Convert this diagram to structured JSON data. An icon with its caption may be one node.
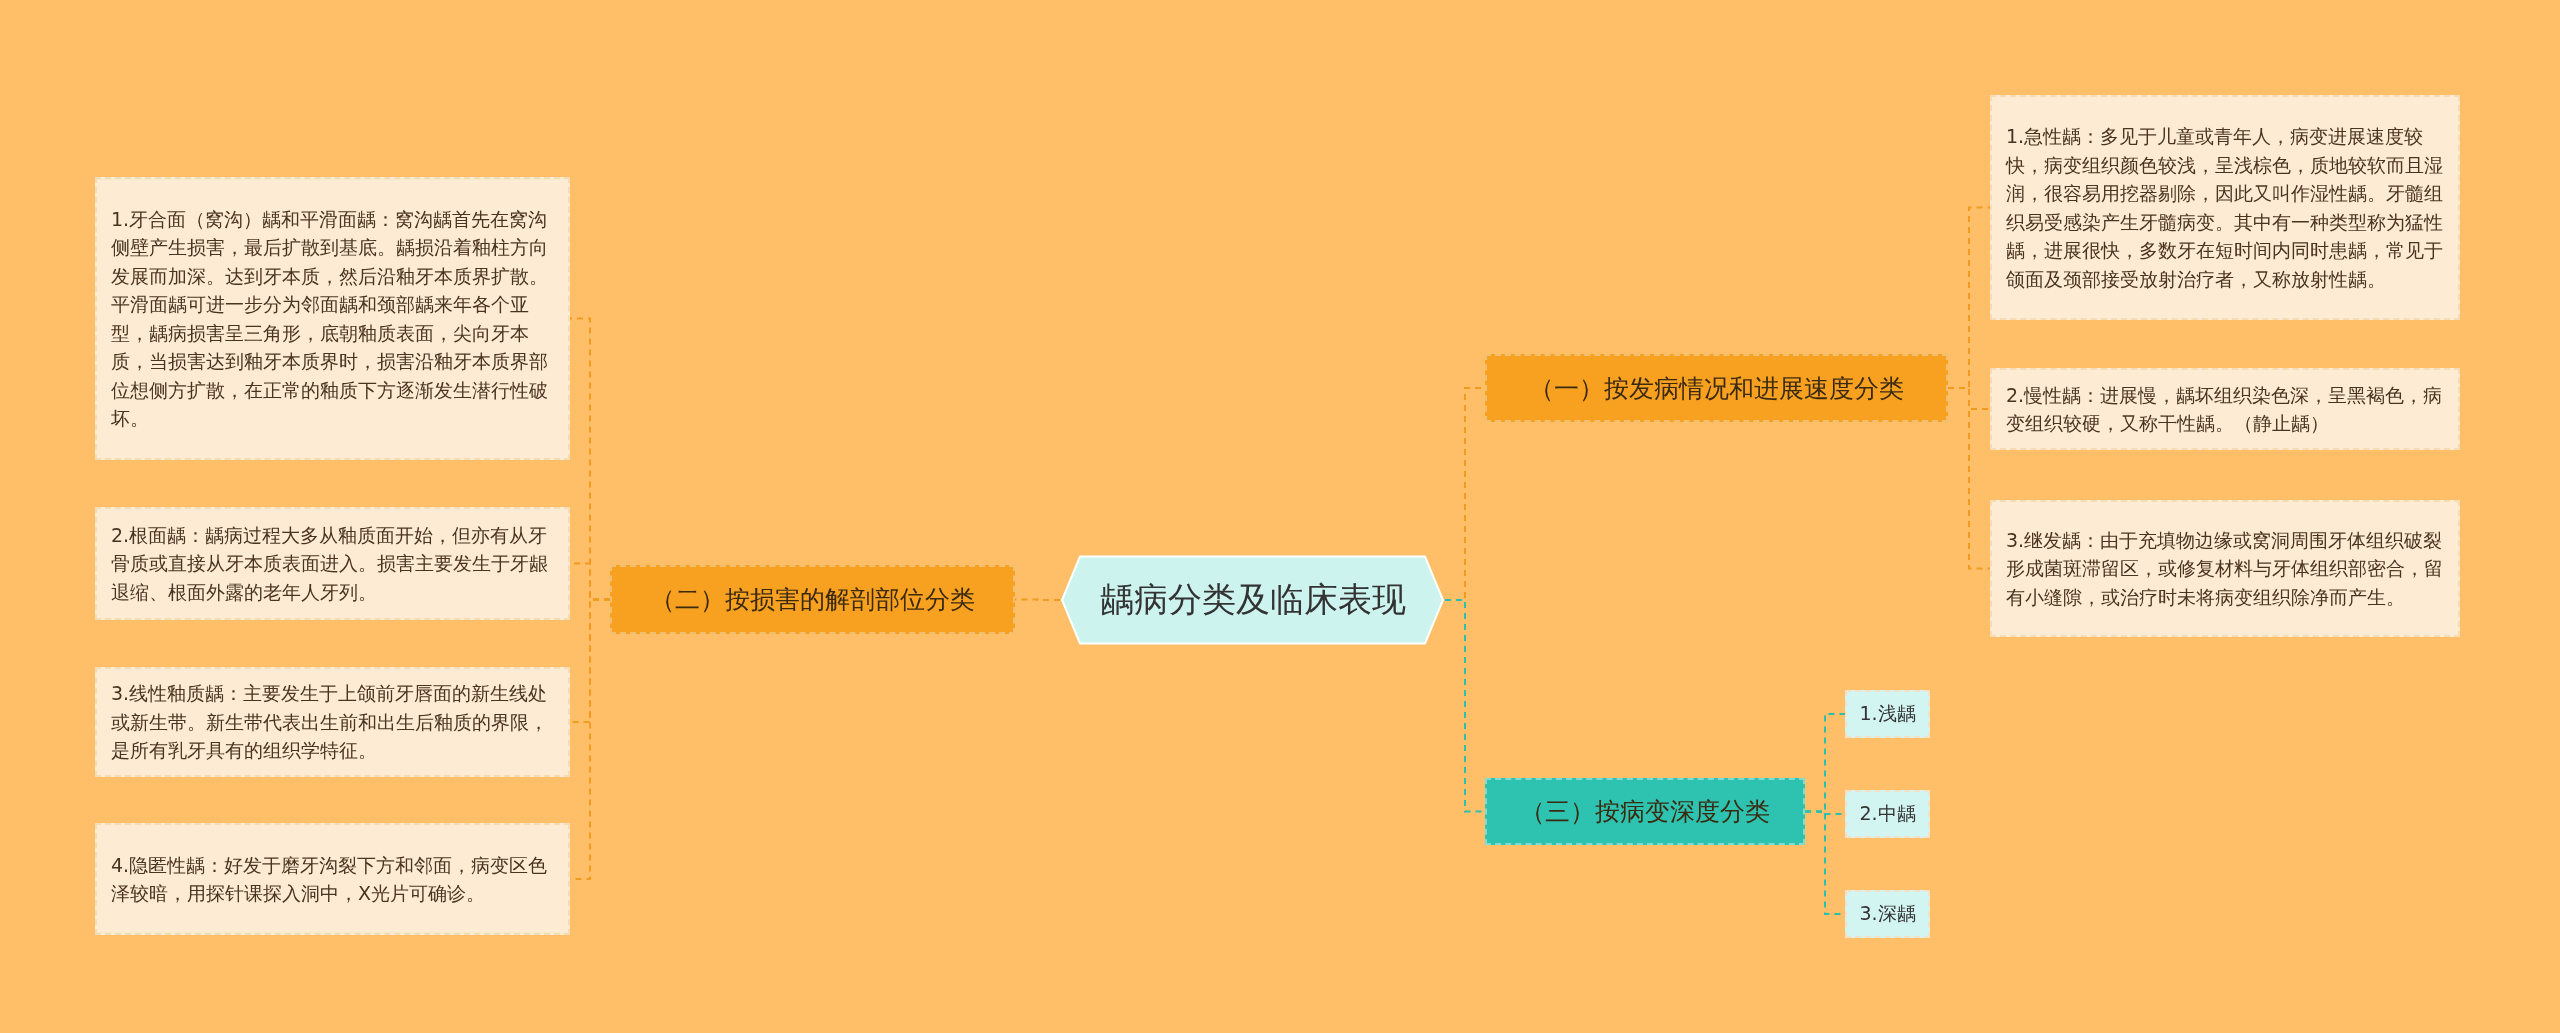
{
  "diagram": {
    "nodes": [
      {
        "text": [
          "龋病分类及临床表现"
        ]
      },
      {
        "text": [
          "（一）按发病情况和进展速度分类"
        ]
      },
      {
        "text": [
          "1.急性龋：多见于儿童或青年人，病变进展速度较快，病变组织颜色较浅，呈浅棕色，质地较软而且湿润，很容易用挖器剔除，因此又叫作湿性龋。牙髓组织易受感染产生牙髓病变。其中有一种类型称为猛性龋，进展很快，多数牙在短时间内同时患龋，常见于颌面及颈部接受放射治疗者，又称放射性龋。"
        ]
      },
      {
        "text": [
          "2.慢性龋：进展慢，龋坏组织染色深，呈黑褐色，病变组织较硬，又称干性龋。（静止龋）"
        ]
      },
      {
        "text": [
          "3.继发龋：由于充填物边缘或窝洞周围牙体组织破裂形成菌斑滞留区，或修复材料与牙体组织部密合，留有小缝隙，或治疗时未将病变组织除净而产生。"
        ]
      },
      {
        "text": [
          "（二）按损害的解剖部位分类"
        ]
      },
      {
        "text": [
          "1.牙合面（窝沟）龋和平滑面龋：窝沟龋首先在窝沟侧壁产生损害，最后扩散到基底。龋损沿着釉柱方向发展而加深。达到牙本质，然后沿釉牙本质界扩散。平滑面龋可进一步分为邻面龋和颈部龋来年各个亚型，龋病损害呈三角形，底朝釉质表面，尖向牙本质，当损害达到釉牙本质界时，损害沿釉牙本质界部位想侧方扩散，在正常的釉质下方逐渐发生潜行性破坏。"
        ]
      },
      {
        "text": [
          "2.根面龋：龋病过程大多从釉质面开始，但亦有从牙骨质或直接从牙本质表面进入。损害主要发生于牙龈退缩、根面外露的老年人牙列。"
        ]
      },
      {
        "text": [
          "3.线性釉质龋：主要发生于上颌前牙唇面的新生线处或新生带。新生带代表出生前和出生后釉质的界限，是所有乳牙具有的组织学特征。"
        ]
      },
      {
        "text": [
          "4.隐匿性龋：好发于磨牙沟裂下方和邻面，病变区色泽较暗，用探针课探入洞中，X光片可确诊。"
        ]
      },
      {
        "text": [
          "（三）按病变深度分类"
        ]
      },
      {
        "text": [
          "1.浅龋"
        ]
      },
      {
        "text": [
          "2.中龋"
        ]
      },
      {
        "text": [
          "3.深龋"
        ]
      }
    ],
    "edges": [
      {
        "from": 0,
        "to": 1,
        "arrow": "none",
        "style": "dashed"
      },
      {
        "from": 1,
        "to": 2,
        "arrow": "none",
        "style": "dashed"
      },
      {
        "from": 1,
        "to": 3,
        "arrow": "none",
        "style": "dashed"
      },
      {
        "from": 1,
        "to": 4,
        "arrow": "none",
        "style": "dashed"
      },
      {
        "from": 0,
        "to": 5,
        "arrow": "none",
        "style": "dashed"
      },
      {
        "from": 5,
        "to": 6,
        "arrow": "none",
        "style": "dashed"
      },
      {
        "from": 5,
        "to": 7,
        "arrow": "none",
        "style": "dashed"
      },
      {
        "from": 5,
        "to": 8,
        "arrow": "none",
        "style": "dashed"
      },
      {
        "from": 5,
        "to": 9,
        "arrow": "none",
        "style": "dashed"
      },
      {
        "from": 0,
        "to": 10,
        "arrow": "none",
        "style": "dashed",
        "color": "#2bbfad"
      },
      {
        "from": 10,
        "to": 11,
        "arrow": "none",
        "style": "dashed",
        "color": "#2bbfad"
      },
      {
        "from": 10,
        "to": 12,
        "arrow": "none",
        "style": "dashed",
        "color": "#2bbfad"
      },
      {
        "from": 10,
        "to": 13,
        "arrow": "none",
        "style": "dashed",
        "color": "#2bbfad"
      }
    ]
  }
}
